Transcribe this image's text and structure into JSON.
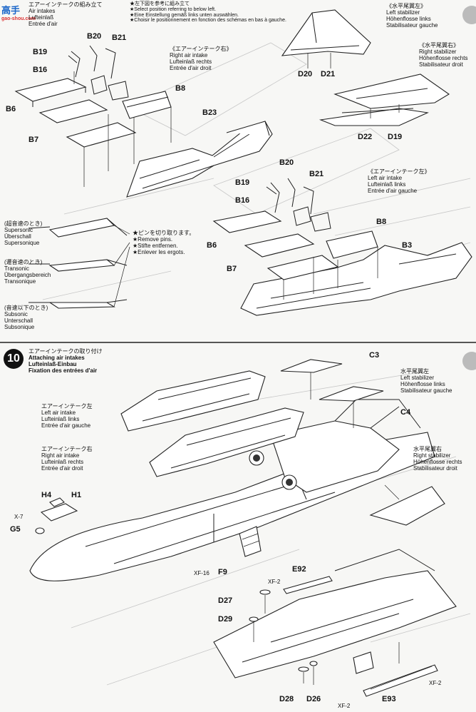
{
  "watermark": {
    "brand": "高手",
    "site": "gao-shou.com"
  },
  "top_instructions": {
    "title": "エアーインテークの組み立て",
    "en": "Air intakes",
    "de": "Lufteinlaß",
    "fr": "Entrée d'air",
    "notes": [
      "★左下図を参考に組み立て",
      "★Select position referring to below left.",
      "★Eine Einstellung gemäß links unten auswählen.",
      "★Choisir le positionnement en fonction des schémas en bas à gauche."
    ]
  },
  "right_intake": {
    "ja": "《エアーインテーク右》",
    "en": "Right air intake",
    "de": "Lufteinlaß rechts",
    "fr": "Entrée d'air droit"
  },
  "left_intake": {
    "ja": "《エアーインテーク左》",
    "en": "Left air intake",
    "de": "Lufteinlaß links",
    "fr": "Entrée d'air gauche"
  },
  "left_stabilizer_top": {
    "ja": "《水平尾翼左》",
    "en": "Left stabilizer",
    "de": "Höhenflosse links",
    "fr": "Stabilisateur gauche"
  },
  "right_stabilizer_top": {
    "ja": "《水平尾翼右》",
    "en": "Right stabilizer",
    "de": "Höhenflosse rechts",
    "fr": "Stabilisateur droit"
  },
  "speed_positions": [
    {
      "ja": "(超音速のとき)",
      "en": "Supersonic",
      "de": "Überschall",
      "fr": "Supersonique"
    },
    {
      "ja": "(遷音速のとき)",
      "en": "Transonic",
      "de": "Übergangsbereich",
      "fr": "Transonique"
    },
    {
      "ja": "(音速以下のとき)",
      "en": "Subsonic",
      "de": "Unterschall",
      "fr": "Subsonique"
    }
  ],
  "pin_notes": [
    "★ピンを切り取ります。",
    "★Remove pins.",
    "★Stifte entfernen.",
    "★Enlever les ergots."
  ],
  "step10": {
    "number": "10",
    "ja": "エアーインテークの取り付け",
    "en": "Attaching air intakes",
    "de": "Lufteinlaß-Einbau",
    "fr": "Fixation des entrées d'air"
  },
  "step10_left_intake": {
    "ja": "エアーインテーク左",
    "en": "Left air intake",
    "de": "Lufteinlaß links",
    "fr": "Entrée d'air gauche"
  },
  "step10_right_intake": {
    "ja": "エアーインテーク右",
    "en": "Right air intake",
    "de": "Lufteinlaß rechts",
    "fr": "Entrée d'air droit"
  },
  "step10_left_stab": {
    "ja": "水平尾翼左",
    "en": "Left stabilizer",
    "de": "Höhenflosse links",
    "fr": "Stabilisateur gauche"
  },
  "step10_right_stab": {
    "ja": "水平尾翼右",
    "en": "Right stabilizer",
    "de": "Höhenflosse rechts",
    "fr": "Stabilisateur droit"
  },
  "parts": {
    "b20": "B20",
    "b21": "B21",
    "b19": "B19",
    "b16": "B16",
    "b6": "B6",
    "b7": "B7",
    "b8": "B8",
    "b23": "B23",
    "b3": "B3",
    "d20": "D20",
    "d21": "D21",
    "d22": "D22",
    "d19": "D19",
    "c3": "C3",
    "c4": "C4",
    "h4": "H4",
    "h1": "H1",
    "g5": "G5",
    "f9": "F9",
    "e92": "E92",
    "e93": "E93",
    "d27": "D27",
    "d29": "D29",
    "d28": "D28",
    "d26": "D26"
  },
  "paint_codes": {
    "x7": "X-7",
    "xf16": "XF-16",
    "xf2": "XF-2"
  }
}
